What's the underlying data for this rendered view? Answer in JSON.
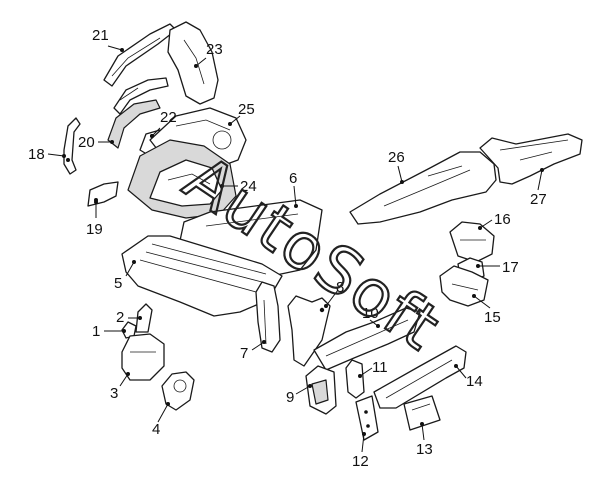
{
  "watermark": "AutoSoft",
  "callouts": [
    "1",
    "2",
    "3",
    "4",
    "5",
    "6",
    "7",
    "8",
    "9",
    "10",
    "11",
    "12",
    "13",
    "14",
    "15",
    "16",
    "17",
    "18",
    "19",
    "20",
    "21",
    "22",
    "23",
    "24",
    "25",
    "26",
    "27"
  ]
}
